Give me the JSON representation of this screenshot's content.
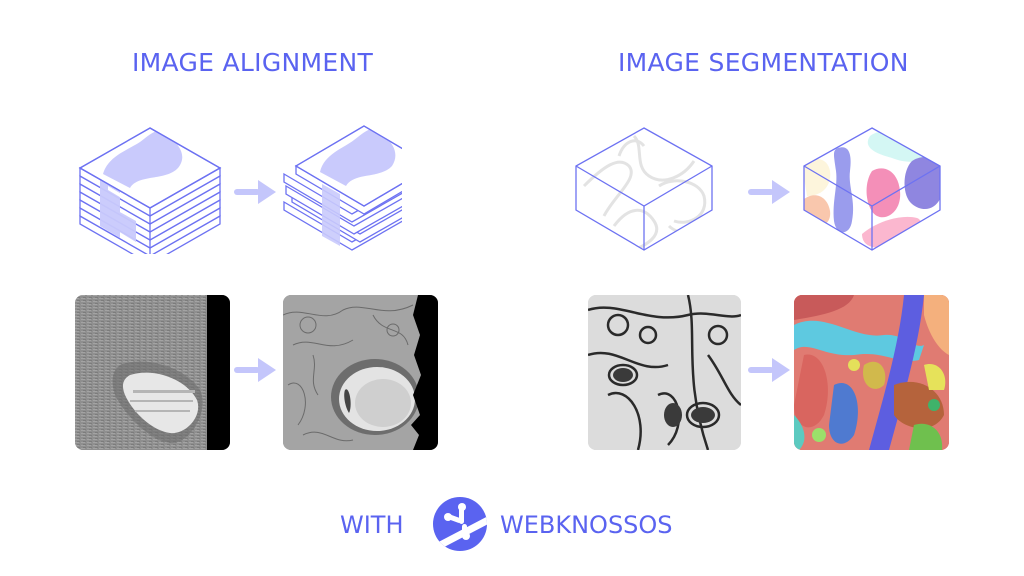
{
  "sections": {
    "alignment": {
      "title": "IMAGE ALIGNMENT"
    },
    "segmentation": {
      "title": "IMAGE SEGMENTATION"
    }
  },
  "footer": {
    "prefix": "WITH",
    "brand": "WEBKNOSSOS",
    "logo_icon": "webknossos-logo-icon"
  },
  "colors": {
    "accent": "#5a63f0",
    "line": "#6d72f2",
    "fill_light": "#c9cafc",
    "arrow": "#c4c6fb",
    "logo": "#5a63f0"
  },
  "figures": [
    {
      "id": "stack-misaligned",
      "description": "misaligned slice stack"
    },
    {
      "id": "stack-aligned",
      "description": "aligned slice stack"
    },
    {
      "id": "volume-raw",
      "description": "raw volume with cell outlines"
    },
    {
      "id": "volume-segmented",
      "description": "segmented volume with colored regions"
    },
    {
      "id": "em-misaligned",
      "description": "EM image before alignment"
    },
    {
      "id": "em-aligned",
      "description": "EM image after alignment"
    },
    {
      "id": "em-raw",
      "description": "EM image raw"
    },
    {
      "id": "em-segmented",
      "description": "EM image segmented"
    }
  ]
}
